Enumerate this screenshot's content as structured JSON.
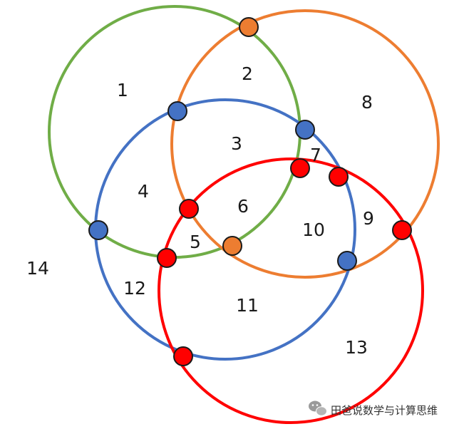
{
  "circles": [
    {
      "name": "green-circle",
      "color": "#70ad47"
    },
    {
      "name": "orange-circle",
      "color": "#ed7d31"
    },
    {
      "name": "blue-circle",
      "color": "#4472c4"
    },
    {
      "name": "red-circle",
      "color": "#ff0000"
    }
  ],
  "node_colors": {
    "orange": "#ed7d31",
    "blue": "#4472c4",
    "red": "#ff0000"
  },
  "regions": [
    "1",
    "2",
    "3",
    "4",
    "5",
    "6",
    "7",
    "8",
    "9",
    "10",
    "11",
    "12",
    "13",
    "14"
  ],
  "watermark": {
    "text": "田爸说数学与计算思维",
    "icon": "wechat-icon"
  }
}
